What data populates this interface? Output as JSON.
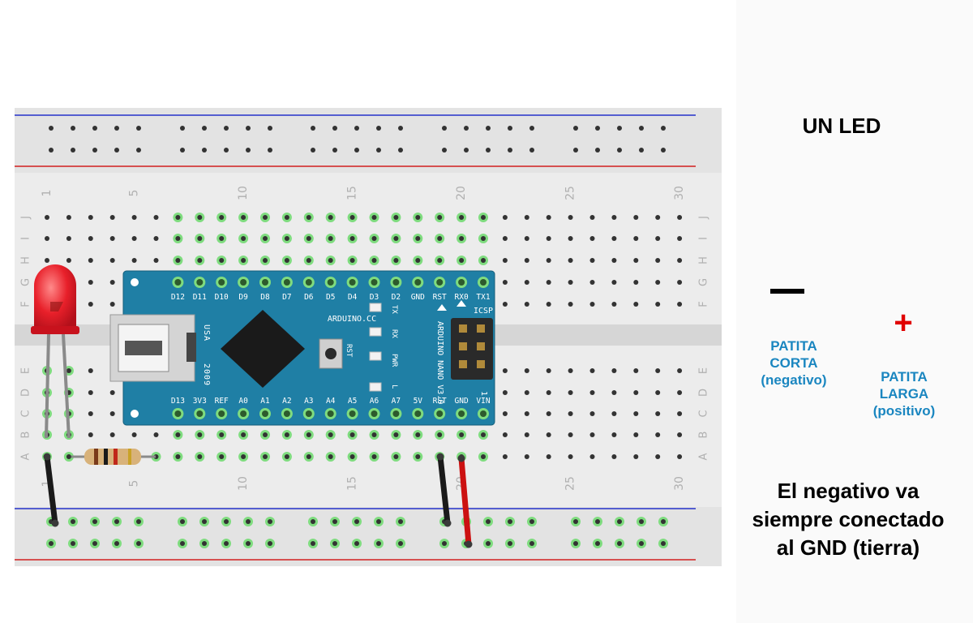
{
  "title": "UN LED",
  "negative_pin": {
    "line1": "PATITA",
    "line2": "CORTA",
    "line3": "(negativo)",
    "sign": "−"
  },
  "positive_pin": {
    "line1": "PATITA",
    "line2": "LARGA",
    "line3": "(positivo)",
    "sign": "+"
  },
  "note": {
    "line1": "El negativo va",
    "line2": "siempre conectado",
    "line3": "al GND (tierra)"
  },
  "breadboard": {
    "column_numbers": [
      "1",
      "5",
      "10",
      "15",
      "20",
      "25",
      "30"
    ],
    "row_letters": [
      "J",
      "I",
      "H",
      "G",
      "F",
      "E",
      "D",
      "C",
      "B",
      "A"
    ]
  },
  "arduino": {
    "top_pins": [
      "D12",
      "D11",
      "D10",
      "D9",
      "D8",
      "D7",
      "D6",
      "D5",
      "D4",
      "D3",
      "D2",
      "GND",
      "RST",
      "RX0",
      "TX1"
    ],
    "bottom_pins": [
      "D13",
      "3V3",
      "REF",
      "A0",
      "A1",
      "A2",
      "A3",
      "A4",
      "A5",
      "A6",
      "A7",
      "5V",
      "RST",
      "GND",
      "VIN"
    ],
    "usa_label": "USA",
    "year_label": "2009",
    "brand_label": "ARDUINO.CC",
    "model_label": "ARDUINO NANO V3.0",
    "led_labels": [
      "TX",
      "RX",
      "PWR",
      "L"
    ],
    "rst_label": "RST",
    "icsp_label": "ICSP",
    "icsp_pin_label": "1"
  },
  "colors": {
    "board_blue": "#1f7fa5",
    "breadboard": "#e3e3e3",
    "rail_blue": "#2533c9",
    "rail_red": "#d12020",
    "hole_highlight": "#7fdc7f",
    "led_red": "#e8202a",
    "wire_black": "#1a1a1a",
    "wire_red": "#cc1111",
    "label_blue": "#1a86c0"
  }
}
